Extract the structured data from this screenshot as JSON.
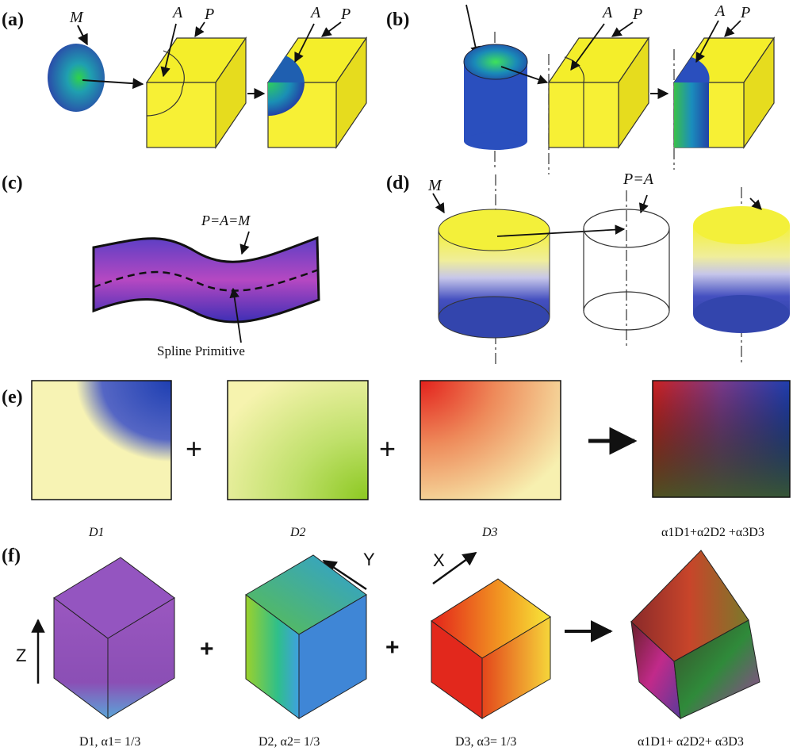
{
  "panels": {
    "a": {
      "label": "(a)",
      "m": "M",
      "a": "A",
      "p": "P"
    },
    "b": {
      "label": "(b)",
      "a": "A",
      "p": "P"
    },
    "c": {
      "label": "(c)",
      "pam": "P=A=M",
      "spline": "Spline Primitive"
    },
    "d": {
      "label": "(d)",
      "m": "M",
      "pa": "P=A"
    },
    "e": {
      "label": "(e)",
      "d1": "D1",
      "d2": "D2",
      "d3": "D3",
      "sum": "α1D1+α2D2 +α3D3"
    },
    "f": {
      "label": "(f)",
      "z": "Z",
      "y": "Y",
      "x": "X",
      "c1": "D1, α1= 1/3",
      "c2": "D2, α2= 1/3",
      "c3": "D3, α3= 1/3",
      "sum": "α1D1+ α2D2+ α3D3"
    }
  },
  "symbols": {
    "plus": "+"
  },
  "colors": {
    "yellow": "#f2ef2e",
    "blue": "#2f4fa6",
    "green": "#3fae5a",
    "purple": "#8c4fb0",
    "red": "#e2241c"
  }
}
